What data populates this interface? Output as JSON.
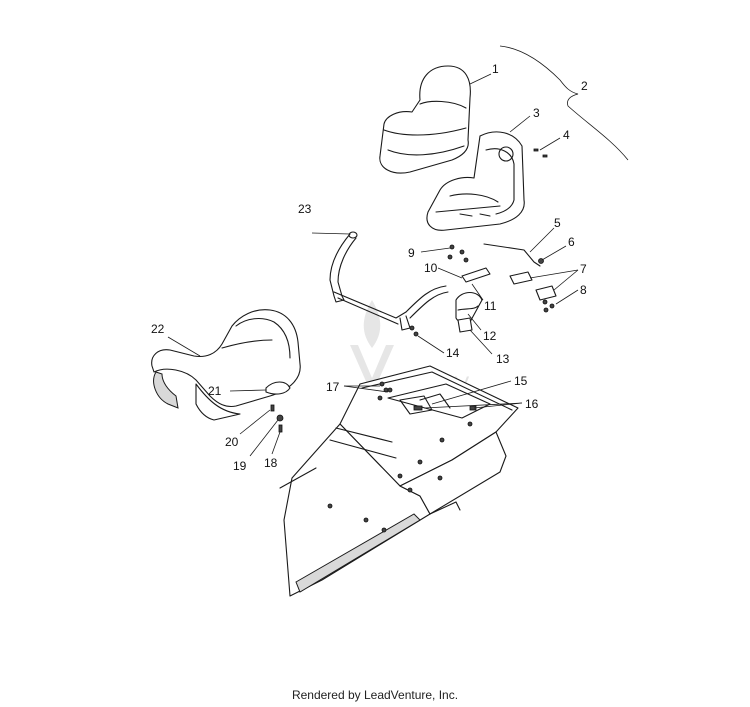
{
  "callouts": [
    {
      "id": "1",
      "label": "1"
    },
    {
      "id": "2",
      "label": "2"
    },
    {
      "id": "3",
      "label": "3"
    },
    {
      "id": "4",
      "label": "4"
    },
    {
      "id": "5",
      "label": "5"
    },
    {
      "id": "6",
      "label": "6"
    },
    {
      "id": "7",
      "label": "7"
    },
    {
      "id": "8",
      "label": "8"
    },
    {
      "id": "9",
      "label": "9"
    },
    {
      "id": "10",
      "label": "10"
    },
    {
      "id": "11",
      "label": "11"
    },
    {
      "id": "12",
      "label": "12"
    },
    {
      "id": "13",
      "label": "13"
    },
    {
      "id": "14",
      "label": "14"
    },
    {
      "id": "15",
      "label": "15"
    },
    {
      "id": "16",
      "label": "16"
    },
    {
      "id": "17",
      "label": "17"
    },
    {
      "id": "18",
      "label": "18"
    },
    {
      "id": "19",
      "label": "19"
    },
    {
      "id": "20",
      "label": "20"
    },
    {
      "id": "21",
      "label": "21"
    },
    {
      "id": "22",
      "label": "22"
    },
    {
      "id": "23",
      "label": "23"
    }
  ],
  "watermark": {
    "text": "ADV"
  },
  "footer": {
    "text": "Rendered by LeadVenture, Inc."
  }
}
